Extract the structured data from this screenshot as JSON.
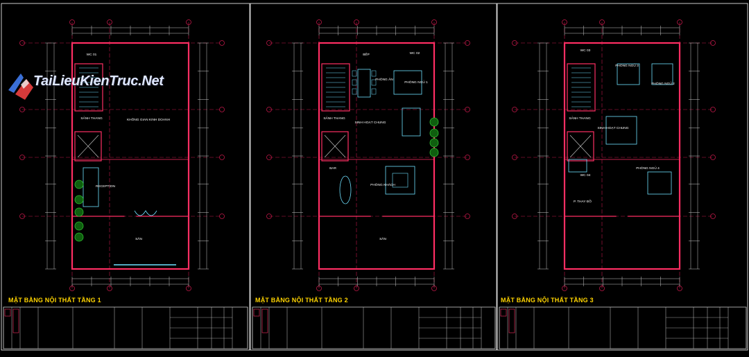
{
  "watermark": {
    "text": "TaiLieuKienTruc.Net"
  },
  "colors": {
    "background": "#000000",
    "wall": "#ff2e63",
    "grid_line": "#c01848",
    "dimension": "#c8c8c8",
    "furniture": "#6fe0ff",
    "title": "#ffd400",
    "label": "#ffffff",
    "tree": "#2fbf2f",
    "frame": "#ffffff",
    "title_block": "#c8c8c8"
  },
  "sheets": [
    {
      "title": "MẶT BẰNG NỘI THẤT TẦNG 1",
      "rooms": [
        {
          "label": "WC 01"
        },
        {
          "label": "SẢNH THANG"
        },
        {
          "label": "KHÔNG GIAN KINH DOANH"
        },
        {
          "label": "RECEPTION"
        },
        {
          "label": "SÂN"
        }
      ]
    },
    {
      "title": "MẶT BẰNG NỘI THẤT TẦNG 2",
      "rooms": [
        {
          "label": "BẾP"
        },
        {
          "label": "WC 02"
        },
        {
          "label": "PHÒNG ĂN"
        },
        {
          "label": "PHÒNG NGỦ 1"
        },
        {
          "label": "SẢNH THANG"
        },
        {
          "label": "SINH HOẠT CHUNG"
        },
        {
          "label": "BAR"
        },
        {
          "label": "PHÒNG KHÁCH"
        },
        {
          "label": "SÂN"
        }
      ]
    },
    {
      "title": "MẶT BẰNG NỘI THẤT TẦNG 3",
      "rooms": [
        {
          "label": "WC 03"
        },
        {
          "label": "PHÒNG NGỦ 3"
        },
        {
          "label": "PHÒNG NGỦ 2"
        },
        {
          "label": "SẢNH THANG"
        },
        {
          "label": "SINH HOẠT CHUNG"
        },
        {
          "label": "WC 04"
        },
        {
          "label": "PHÒNG NGỦ 4"
        },
        {
          "label": "P. THAY ĐỒ"
        }
      ]
    }
  ]
}
